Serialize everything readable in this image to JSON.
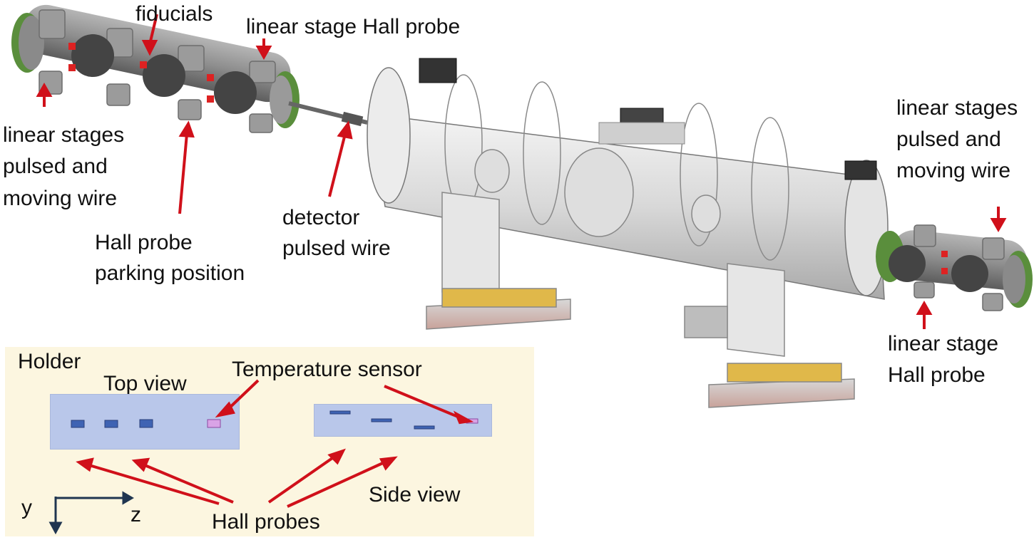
{
  "labels": {
    "fiducials": "fiducials",
    "linear_stage_hall_probe_top": "linear stage Hall probe",
    "left_stages_line1": "linear stages",
    "left_stages_line2": "pulsed and",
    "left_stages_line3": "moving wire",
    "parking_line1": "Hall probe",
    "parking_line2": "parking position",
    "detector_line1": "detector",
    "detector_line2": "pulsed wire",
    "right_stages_line1": "linear stages",
    "right_stages_line2": "pulsed and",
    "right_stages_line3": "moving wire",
    "right_stage_line1": "linear stage",
    "right_stage_line2": "Hall probe"
  },
  "inset": {
    "holder": "Holder",
    "top_view": "Top view",
    "temperature_sensor": "Temperature sensor",
    "side_view": "Side view",
    "hall_probes": "Hall probes",
    "axis_y": "y",
    "axis_z": "z"
  },
  "colors": {
    "arrow": "#d0101a",
    "inset_bg": "#fcf6e0",
    "probe_holder": "#b9c7ea",
    "hall_probe": "#3f63b3",
    "temp_sensor": "#d9a3e6",
    "axis": "#1f3550"
  }
}
